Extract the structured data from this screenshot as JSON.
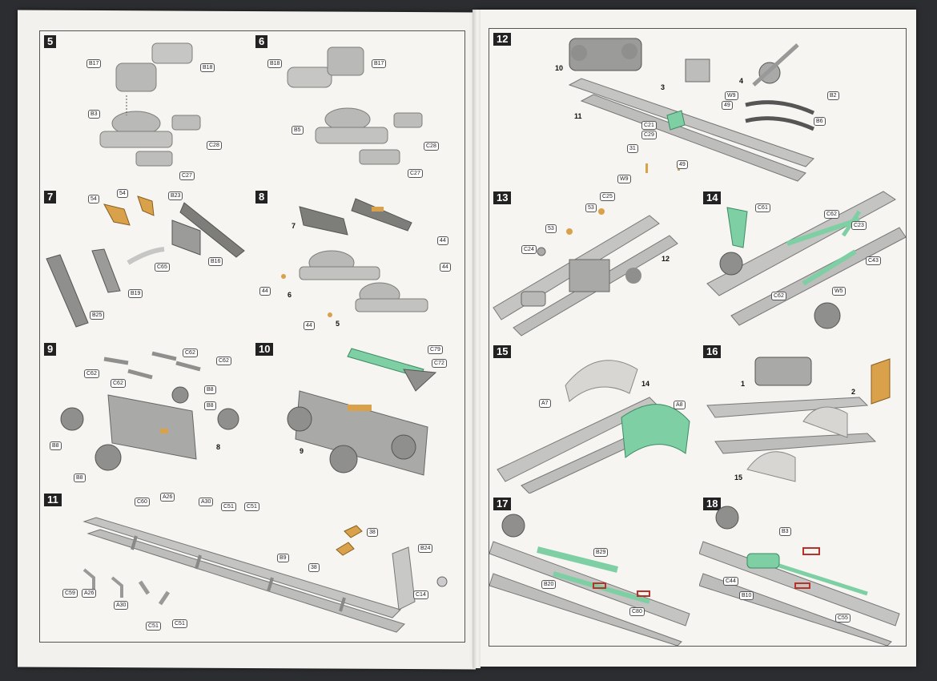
{
  "colors": {
    "part": "#b9b9b7",
    "part_dark": "#7d7d7a",
    "highlight_green": "#7fcfa4",
    "highlight_orange": "#d8a14a",
    "highlight_red": "#b8322a"
  },
  "steps": {
    "s5": {
      "num": "5",
      "labels": [
        "B17",
        "B18",
        "B3",
        "C28",
        "C27"
      ]
    },
    "s6": {
      "num": "6",
      "labels": [
        "B18",
        "B17",
        "B5",
        "C28",
        "C27"
      ]
    },
    "s7": {
      "num": "7",
      "labels": [
        "54",
        "54",
        "B23",
        "C65",
        "B16",
        "B19",
        "B25"
      ]
    },
    "s8": {
      "num": "8",
      "subs": [
        "7",
        "44",
        "44",
        "44",
        "6",
        "44",
        "5"
      ]
    },
    "s9": {
      "num": "9",
      "labels": [
        "C62",
        "C62",
        "C62",
        "C62",
        "B8",
        "B8",
        "B8",
        "B8"
      ],
      "subs": [
        "8"
      ]
    },
    "s10": {
      "num": "10",
      "labels": [
        "C79",
        "C72"
      ],
      "subs": [
        "9"
      ]
    },
    "s11": {
      "num": "11",
      "labels": [
        "C60",
        "A26",
        "A30",
        "C51",
        "C51",
        "B9",
        "38",
        "38",
        "B24",
        "C59",
        "A26",
        "A30",
        "C51",
        "C51",
        "C14"
      ]
    },
    "s12": {
      "num": "12",
      "labels": [
        "W9",
        "49",
        "B2",
        "B6",
        "C21",
        "C29",
        "31",
        "W9",
        "49"
      ],
      "subs": [
        "10",
        "3",
        "4",
        "11"
      ]
    },
    "s13": {
      "num": "13",
      "labels": [
        "C25",
        "53",
        "53",
        "C24"
      ],
      "subs": [
        "12"
      ]
    },
    "s14": {
      "num": "14",
      "labels": [
        "C61",
        "C62",
        "C23",
        "C43",
        "C62",
        "W5"
      ]
    },
    "s15": {
      "num": "15",
      "labels": [
        "A7",
        "A8"
      ],
      "subs": [
        "14"
      ]
    },
    "s16": {
      "num": "16",
      "subs": [
        "1",
        "2",
        "15"
      ]
    },
    "s17": {
      "num": "17",
      "labels": [
        "B29",
        "B20",
        "C80"
      ]
    },
    "s18": {
      "num": "18",
      "labels": [
        "B3",
        "C44",
        "B10",
        "C55"
      ]
    }
  }
}
